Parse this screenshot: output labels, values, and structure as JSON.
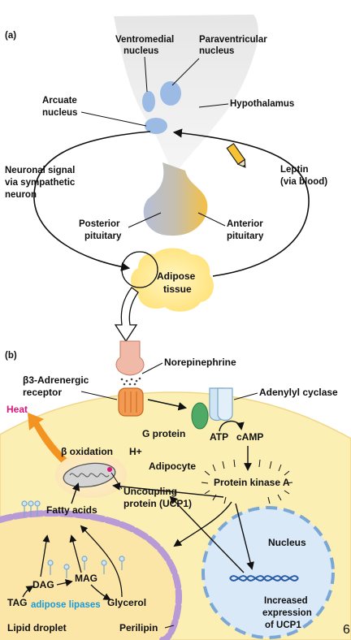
{
  "panel_a": {
    "label": "(a)",
    "ventromedial": [
      "Ventromedial",
      "nucleus"
    ],
    "paraventricular": [
      "Paraventricular",
      "nucleus"
    ],
    "arcuate": [
      "Arcuate",
      "nucleus"
    ],
    "hypothalamus": "Hypothalamus",
    "neuronal_signal": [
      "Neuronal signal",
      "via sympathetic",
      "neuron"
    ],
    "leptin": [
      "Leptin",
      "(via blood)"
    ],
    "posterior": [
      "Posterior",
      "pituitary"
    ],
    "anterior": [
      "Anterior",
      "pituitary"
    ],
    "adipose": [
      "Adipose",
      "tissue"
    ]
  },
  "panel_b": {
    "label": "(b)",
    "norepinephrine": "Norepinephrine",
    "beta3_receptor": [
      "β3-Adrenergic",
      "receptor"
    ],
    "adenylyl_cyclase": "Adenylyl cyclase",
    "heat": "Heat",
    "g_protein": "G protein",
    "atp": "ATP",
    "camp": "cAMP",
    "beta_oxidation": "β oxidation",
    "h_plus": "H+",
    "adipocyte": "Adipocyte",
    "protein_kinase_a": "Protein kinase A",
    "uncoupling_protein": [
      "Uncoupling",
      "protein (UCP1)"
    ],
    "fatty_acids": "Fatty acids",
    "nucleus": "Nucleus",
    "tag": "TAG",
    "dag": "DAG",
    "mag": "MAG",
    "glycerol": "Glycerol",
    "adipose_lipases": "adipose lipases",
    "increased_expression": [
      "Increased",
      "expression",
      "of UCP1"
    ],
    "lipid_droplet": "Lipid droplet",
    "perilipin": "Perilipin"
  },
  "page_number": "6",
  "colors": {
    "adipocyte_fill": "#fbefb4",
    "nucleus_fill": "#d9e9f7",
    "lipid_fill": "#fbe6a8",
    "perilipin": "#b79ad6",
    "heat": "#e0157a",
    "arrow_orange": "#f39422",
    "blue_label": "#1a9ad6"
  }
}
